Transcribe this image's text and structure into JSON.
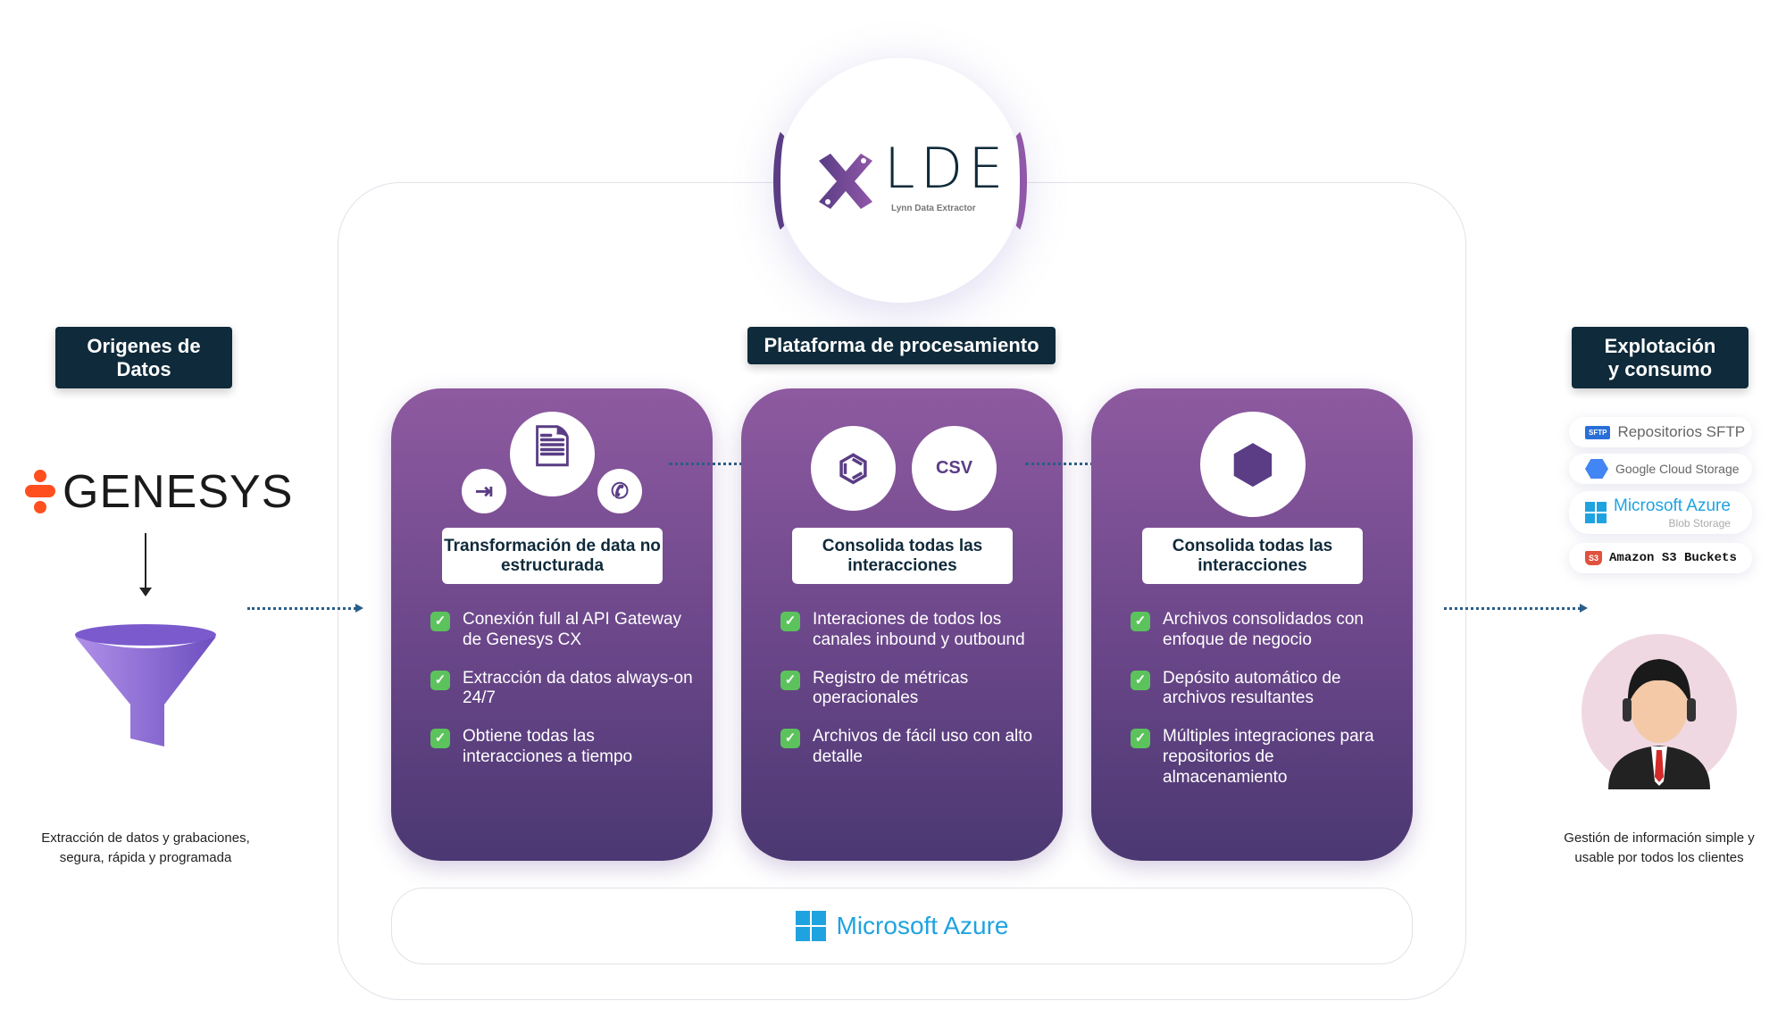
{
  "logo": {
    "name": "LDE",
    "subtitle": "Lynn Data Extractor"
  },
  "left": {
    "label": "Origenes de Datos",
    "source_logo": "GENESYS",
    "caption": "Extracción de datos y grabaciones, segura, rápida y programada"
  },
  "center": {
    "label": "Plataforma de procesamiento",
    "cards": [
      {
        "title": "Transformación de data no estructurada",
        "icons": [
          "document-icon",
          "login-icon",
          "phone-icon"
        ],
        "bullets": [
          "Conexión full al API Gateway de Genesys CX",
          "Extracción da datos always-on 24/7",
          "Obtiene todas las interacciones a tiempo"
        ]
      },
      {
        "title": "Consolida todas las interacciones",
        "icons": [
          "circuit-icon",
          "csv-file-icon"
        ],
        "csv": "CSV",
        "bullets": [
          "Interaciones de todos los canales inbound y outbound",
          "Registro  de métricas operacionales",
          "Archivos de fácil uso con alto detalle"
        ]
      },
      {
        "title": "Consolida todas las interacciones",
        "icons": [
          "box-icon"
        ],
        "bullets": [
          "Archivos consolidados con enfoque de negocio",
          "Depósito automático de archivos resultantes",
          "Múltiples integraciones para repositorios de almacenamiento"
        ]
      }
    ],
    "platform": "Microsoft Azure"
  },
  "right": {
    "label": "Explotación y consumo",
    "destinations": [
      {
        "name": "Repositorios SFTP",
        "badge": "SFTP"
      },
      {
        "name": "Google Cloud Storage"
      },
      {
        "name": "Microsoft Azure",
        "sub": "Blob Storage"
      },
      {
        "name": "Amazon S3 Buckets",
        "badge": "S3"
      }
    ],
    "caption": "Gestión de información simple y usable por todos los clientes"
  },
  "colors": {
    "navy": "#0f2a3a",
    "purple": "#6a4689",
    "azure": "#1fa3e0",
    "check": "#5cc35c"
  }
}
